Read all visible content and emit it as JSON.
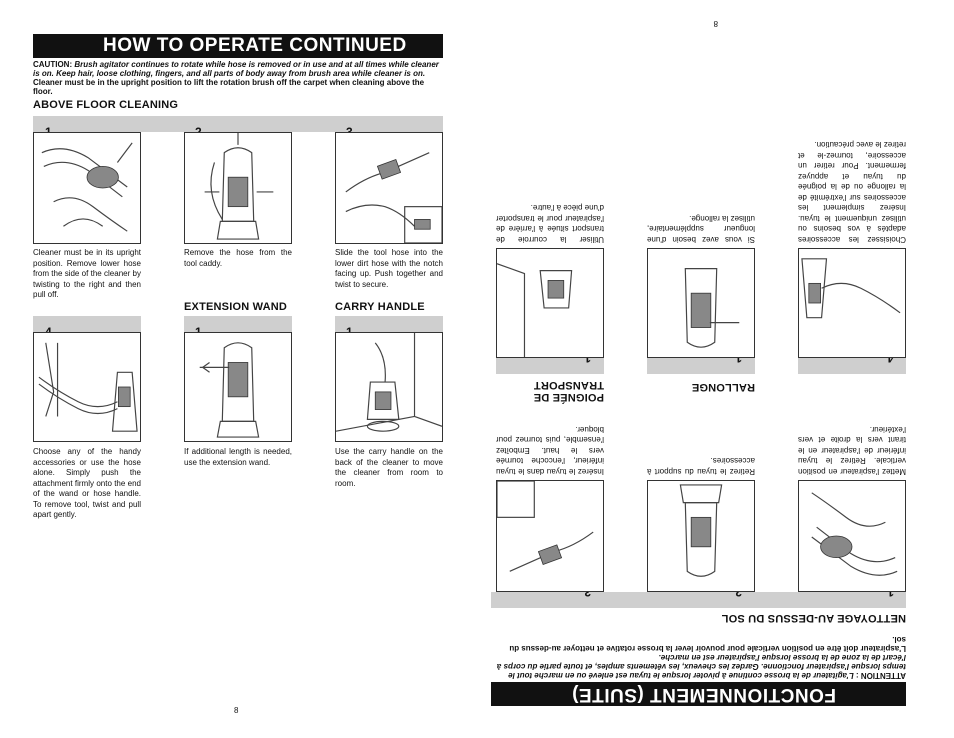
{
  "left": {
    "title": "HOW TO OPERATE CONTINUED",
    "caution_label": "CAUTION:",
    "caution_text": "Brush agitator continues to rotate while hose is removed or in use and at all times while cleaner is on. Keep hair, loose clothing, fingers, and all parts of body away from brush area while cleaner is on.",
    "upright_note": "Cleaner must be in the upright position to lift the rotation brush off the carpet when cleaning above the floor.",
    "section_above_floor": "ABOVE FLOOR CLEANING",
    "section_extension": "EXTENSION WAND",
    "section_carry": "CARRY HANDLE",
    "steps": [
      {
        "label": "1.",
        "text": "Cleaner must be in its upright position. Remove lower hose from the side of the cleaner by twisting to the right and then pull off."
      },
      {
        "label": "2.",
        "text": "Remove the hose from the tool caddy."
      },
      {
        "label": "3.",
        "text": "Slide the tool hose into the lower dirt hose with the notch facing up. Push together and twist to secure."
      },
      {
        "label": "4.",
        "text": "Choose any of the handy accessories or use the hose alone. Simply push the attachment firmly onto the end of the wand or hose handle. To remove tool, twist and pull apart gently."
      },
      {
        "label": "1.",
        "text": "If additional length is needed, use the extension wand."
      },
      {
        "label": "1.",
        "text": "Use the carry handle on the back of the cleaner to move the cleaner from room to room."
      }
    ],
    "page_number": "8"
  },
  "right": {
    "title": "FONCTIONNEMENT (SUITE)",
    "caution_label": "ATTENTION :",
    "caution_text": "L'agitateur de la brosse continue à pivoter lorsque le tuyau est enlevé ou en marche tout le temps lorsque l'aspirateur fonctionne. Gardez les cheveux, les vêtements amples, et toute partie du corps à l'écart de la zone de la brosse lorsque l'aspirateur est en marche.",
    "upright_note": "L'aspirateur doit être en position verticale pour pouvoir lever la brosse rotative et nettoyer au-dessus du sol.",
    "section_above_floor": "NETTOYAGE AU-DESSUS DU SOL",
    "section_extension": "RALLONGE",
    "section_carry": "POIGNÉE DE TRANSPORT",
    "steps": [
      {
        "label": "1.",
        "text": "Mettez l'aspirateur en position verticale. Retirez le tuyau inférieur de l'aspirateur en le tirant vers la droite et vers l'extérieur."
      },
      {
        "label": "2.",
        "text": "Retirez le tuyau du support à accessoires."
      },
      {
        "label": "3.",
        "text": "Insérez le tuyau dans le tuyau inférieur, l'encoche tournée vers le haut. Emboîtez l'ensemble, puis tournez pour bloquer."
      },
      {
        "label": "4.",
        "text": "Choisissez les accessoires adaptés à vos besoins ou utilisez uniquement le tuyau. Insérez simplement les accessoires sur l'extrémité de la rallonge ou de la poignée du tuyau et appuyez fermement. Pour retirer un accessoire, tournez-le et retirez le avec précaution."
      },
      {
        "label": "1.",
        "text": "Si vous avez besoin d'une longueur supplémentaire, utilisez la rallonge."
      },
      {
        "label": "1.",
        "text": "Utiliser la courroie de transport située à l'arrière de l'aspirateur pour le transporter d'une pièce à l'autre."
      }
    ],
    "page_number": "8"
  }
}
